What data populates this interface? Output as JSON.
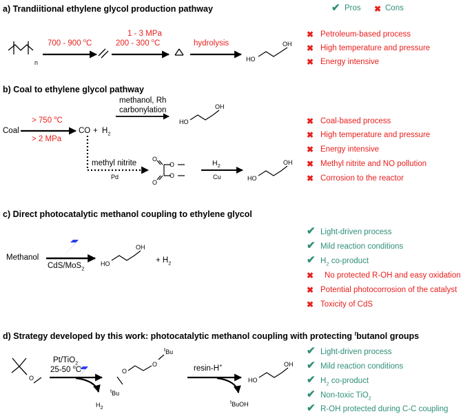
{
  "legend": {
    "pros_label": "Pros",
    "cons_label": "Cons",
    "pros_icon": "check-icon",
    "cons_icon": "cross-icon"
  },
  "colors": {
    "pros": "#2f8f78",
    "cons": "#e8201e",
    "bolt": "#2b3fe8"
  },
  "panel_a": {
    "title": "a) Trandiitional ethylene glycol production pathway",
    "step1_condition": "700 - 900",
    "step2_pressure": "1 - 3 MPa",
    "step2_temperature": "200 - 300",
    "step3_condition": "hydrolysis",
    "subscript_n": "n",
    "product_ho": "HO",
    "product_oh": "OH",
    "cons": [
      "Petroleum-based process",
      "High temperature and pressure",
      "Energy intensive"
    ]
  },
  "panel_b": {
    "title": "b) Coal to ethylene glycol pathway",
    "reactant": "Coal",
    "temp_condition": "> 750",
    "pressure_condition": "> 2 MPa",
    "co": "CO",
    "plus": "+",
    "h2": "H",
    "upper_condition_1": "methanol, Rh",
    "upper_condition_2": "carbonylation",
    "lower_condition": "methyl nitrite",
    "lower_catalyst": "Pd",
    "h2_reagent": "H",
    "cu_catalyst": "Cu",
    "product_ho": "HO",
    "product_oh": "OH",
    "cons": [
      "Coal-based process",
      "High temperature and pressure",
      "Energy intensive",
      "Methyl nitrite and NO pollution",
      "Corrosion to the reactor"
    ]
  },
  "panel_c": {
    "title": "c) Direct photocatalytic methanol coupling to ethylene glycol",
    "reactant": "Methanol",
    "catalyst": "CdS/MoS",
    "plus_h2": "+ H",
    "product_ho": "HO",
    "product_oh": "OH",
    "pros": [
      "Light-driven process",
      "Mild reaction conditions",
      "co-product"
    ],
    "pros_h2_prefix": "H",
    "cons": [
      "No protected R-OH and easy oxidation",
      "Potential photocorrosion of the catalyst",
      "Toxicity of CdS"
    ]
  },
  "panel_d": {
    "title_part1": "d) Strategy developed by this work: photocatalytic methanol coupling with protecting ",
    "title_sup": "t",
    "title_part2": "butanol groups",
    "catalyst": "Pt/TiO",
    "temperature": "25-50",
    "byproduct_h2": "H",
    "tbu_label": "Bu",
    "tbu_sup": "t",
    "o_label": "O",
    "reagent": "resin-H",
    "reagent_sup": "+",
    "byproduct_tbuoh": "BuOH",
    "product_ho": "HO",
    "product_oh": "OH",
    "pros": [
      "Light-driven process",
      "Mild reaction conditions",
      "co-product",
      "Non-toxic TiO",
      "R-OH protected during C-C coupling"
    ],
    "pros_h2_prefix": "H"
  }
}
